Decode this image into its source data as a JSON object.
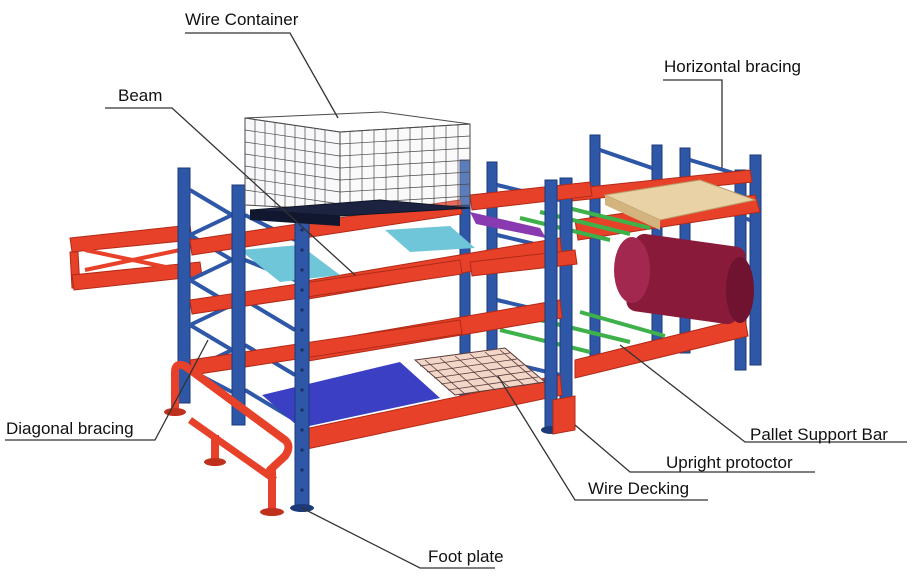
{
  "labels": {
    "wire_container": "Wire Container",
    "horizontal_bracing": "Horizontal bracing",
    "beam": "Beam",
    "diagonal_bracing": "Diagonal bracing",
    "pallet_support_bar": "Pallet Support Bar",
    "upright_protector": "Upright protoctor",
    "wire_decking": "Wire Decking",
    "foot_plate": "Foot plate"
  },
  "colors": {
    "upright": "#2e57a8",
    "beam": "#e8412a",
    "decking_blue": "#3a3fc4",
    "drum": "#8a1a3a",
    "pallet": "#e8d2a6",
    "support_bar": "#3fb14a",
    "cyan_panel": "#6fc6d8",
    "purple_bar": "#8a3ab0"
  }
}
